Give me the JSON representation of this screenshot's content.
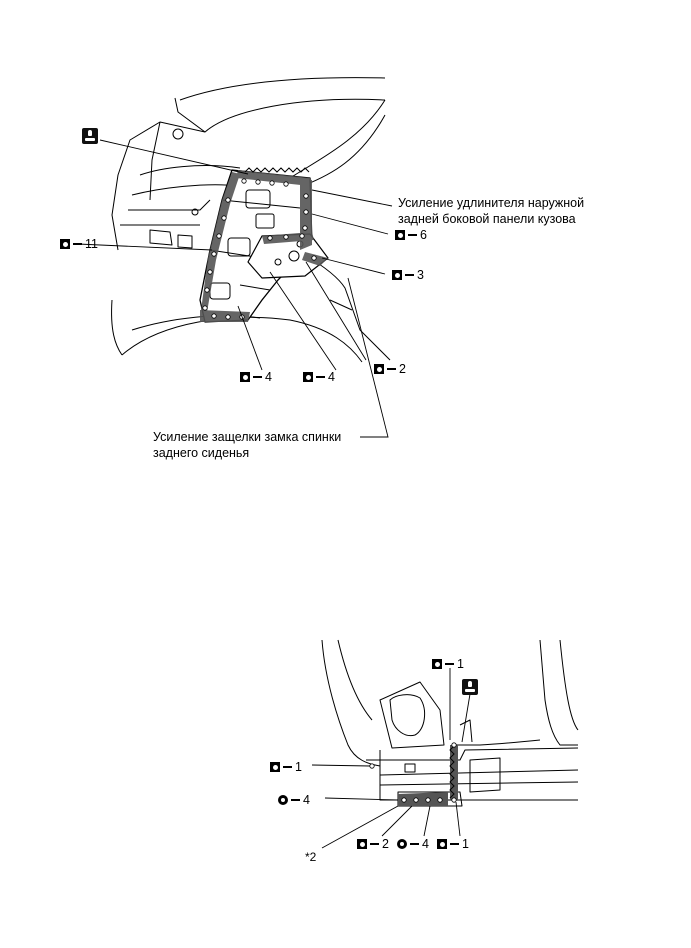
{
  "upper": {
    "label_reinforcement_extension": [
      "Усиление удлинителя наружной",
      "задней боковой панели кузова"
    ],
    "label_latch_reinforcement": [
      "Усиление защелки замка спинки",
      "заднего сиденья"
    ],
    "weld_callouts": [
      {
        "kind": "spot",
        "count": "11"
      },
      {
        "kind": "spot",
        "count": "6"
      },
      {
        "kind": "spot",
        "count": "3"
      },
      {
        "kind": "spot",
        "count": "2"
      },
      {
        "kind": "spot",
        "count": "4"
      },
      {
        "kind": "spot",
        "count": "4"
      }
    ]
  },
  "lower": {
    "note_marker": "*2",
    "weld_callouts": [
      {
        "kind": "spot",
        "count": "1"
      },
      {
        "kind": "spot",
        "count": "1"
      },
      {
        "kind": "plug",
        "count": "4"
      },
      {
        "kind": "spot",
        "count": "2"
      },
      {
        "kind": "plug",
        "count": "4"
      },
      {
        "kind": "spot",
        "count": "1"
      }
    ]
  },
  "icons": [
    "sealer-icon",
    "spot-weld-icon",
    "plug-weld-icon"
  ]
}
